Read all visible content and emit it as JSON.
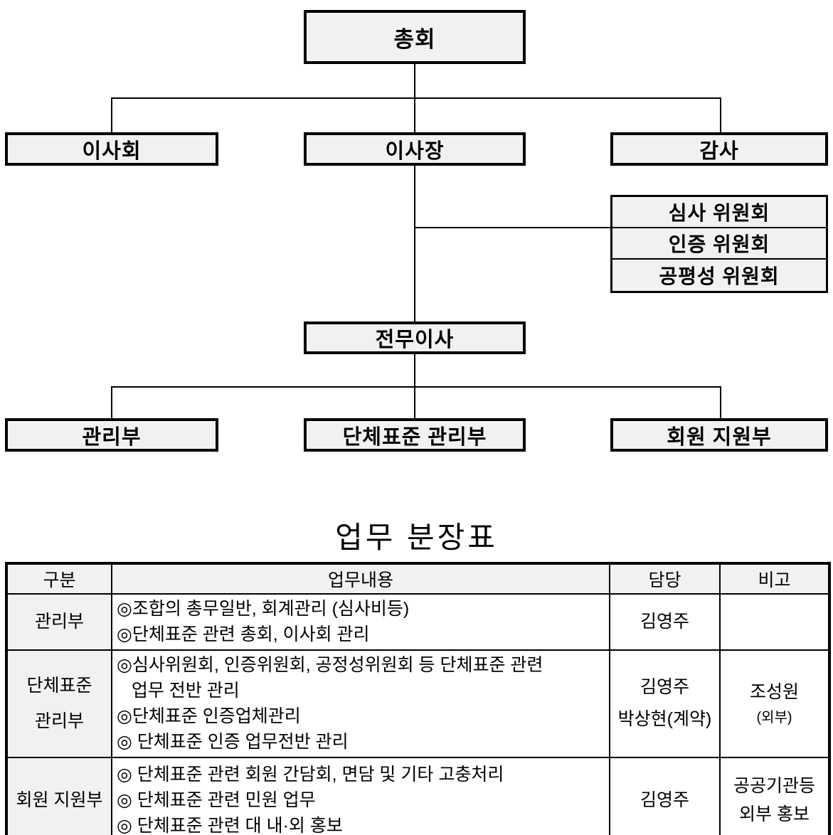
{
  "org_chart": {
    "general_assembly": "총회",
    "board": "이사회",
    "chairman": "이사장",
    "auditor": "감사",
    "committees": {
      "review": "심사 위원회",
      "certification": "인증 위원회",
      "impartiality": "공평성 위원회"
    },
    "executive_director": "전무이사",
    "dept_admin": "관리부",
    "dept_standards": "단체표준 관리부",
    "dept_member_support": "회원 지원부"
  },
  "work_table": {
    "title": "업무 분장표",
    "headers": {
      "category": "구분",
      "tasks": "업무내용",
      "manager": "담당",
      "note": "비고"
    },
    "rows": [
      {
        "category": "관리부",
        "tasks": "◎조합의 총무일반, 회계관리 (심사비등)\n◎단체표준 관련 총회, 이사회 관리",
        "manager": "김영주",
        "note_main": "",
        "note_sub": ""
      },
      {
        "category": "단체표준\n관리부",
        "tasks": "◎심사위원회, 인증위원회, 공정성위원회 등 단체표준 관련\n   업무 전반 관리\n◎단체표준 인증업체관리\n◎ 단체표준 인증 업무전반 관리",
        "manager": "김영주\n박상현(계약)",
        "note_main": "조성원",
        "note_sub": "(외부)"
      },
      {
        "category": "회원 지원부",
        "tasks": "◎ 단체표준 관련 회원 간담회, 면담 및 기타 고충처리\n◎ 단체표준 관련 민원 업무\n◎ 단체표준 관련 대 내·외 홍보",
        "manager": "김영주",
        "note_main": "공공기관등\n외부 홍보",
        "note_sub": ""
      }
    ]
  },
  "colors": {
    "box_fill": "#f1f1f1",
    "border": "#000000",
    "background": "#ffffff"
  }
}
